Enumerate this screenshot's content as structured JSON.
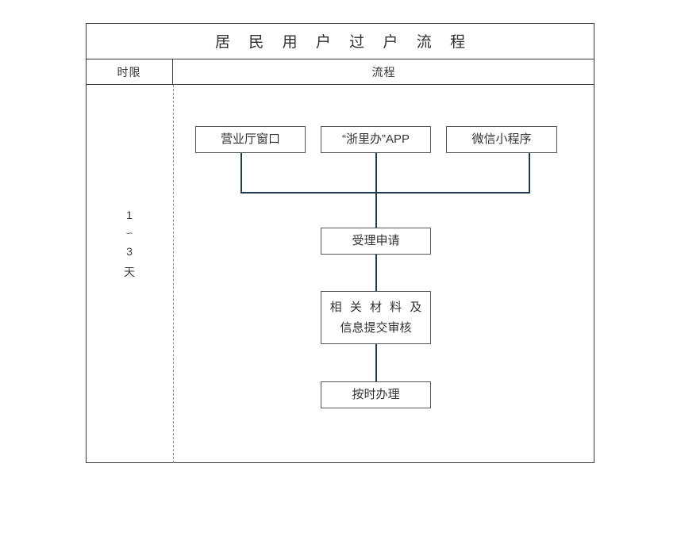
{
  "chart_data": {
    "type": "diagram",
    "title": "居 民 用 户 过 户 流 程",
    "columns": [
      "时限",
      "流程"
    ],
    "nodes": [
      {
        "id": "hall",
        "label": "营业厅窗口",
        "row": 1
      },
      {
        "id": "app",
        "label": "“浙里办”APP",
        "row": 1
      },
      {
        "id": "wechat",
        "label": "微信小程序",
        "row": 1
      },
      {
        "id": "accept",
        "label": "受理申请",
        "row": 2
      },
      {
        "id": "materials",
        "label": "相关材料及 信息提交审核",
        "row": 3
      },
      {
        "id": "process",
        "label": "按时办理",
        "row": 4
      }
    ],
    "edges": [
      {
        "from": "hall",
        "to": "accept"
      },
      {
        "from": "app",
        "to": "accept"
      },
      {
        "from": "wechat",
        "to": "accept"
      },
      {
        "from": "accept",
        "to": "materials"
      },
      {
        "from": "materials",
        "to": "process"
      }
    ],
    "duration": "1 ~ 3 天",
    "line_color": "#1f3a4d",
    "box_border_color": "#55565a"
  },
  "table": {
    "title": "居 民 用 户 过 户 流 程",
    "header": {
      "time_label": "时限",
      "flow_label": "流程"
    }
  },
  "duration": {
    "from": "1",
    "tilde": "∽",
    "to": "3",
    "unit": "天"
  },
  "flow": {
    "entry_hall": "营业厅窗口",
    "entry_app": "“浙里办”APP",
    "entry_wechat": "微信小程序",
    "accept": "受理申请",
    "materials_line1": "相 关 材 料 及",
    "materials_line2": "信息提交审核",
    "process": "按时办理"
  }
}
